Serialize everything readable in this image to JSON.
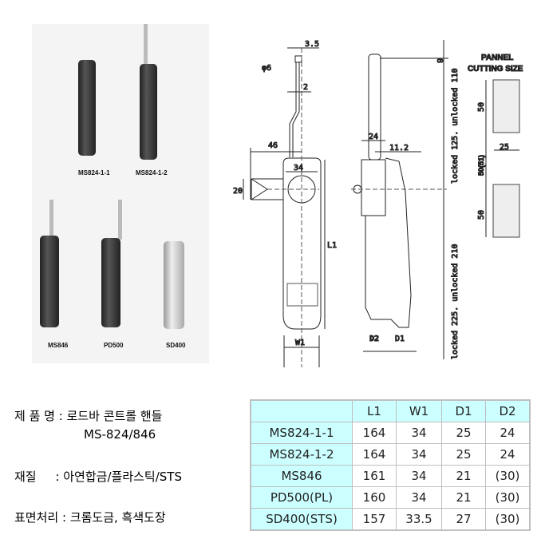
{
  "photos": [
    {
      "label": "MS824-1-1"
    },
    {
      "label": "MS824-1-2"
    },
    {
      "label": "MS846"
    },
    {
      "label": "PD500"
    },
    {
      "label": "SD400"
    }
  ],
  "drawing": {
    "dims": {
      "d35": "3.5",
      "phi6": "φ6",
      "d2": "2",
      "d46": "46",
      "d34": "34",
      "d20": "20",
      "l1": "L1",
      "w1": "W1",
      "d24": "24",
      "d112": "11.2",
      "dd2": "D2",
      "dd1": "D1",
      "d8": "8",
      "upper": "locked 125. unlocked 110",
      "lower": "locked 225. unlocked 210"
    },
    "panel": {
      "title1": "PANNEL",
      "title2": "CUTTING SIZE",
      "h1": "50",
      "gap": "50(51)",
      "w": "25",
      "h2": "50"
    }
  },
  "info": {
    "name_line": "제 품 명 : 로드바 콘트롤 핸들",
    "model_line": "MS-824/846",
    "material_line": "재질     : 아연합금/플라스틱/STS",
    "finish_line": "표면처리 : 크롬도금, 흑색도장"
  },
  "table": {
    "headers": [
      "",
      "L1",
      "W1",
      "D1",
      "D2"
    ],
    "rows": [
      [
        "MS824-1-1",
        "164",
        "34",
        "25",
        "24"
      ],
      [
        "MS824-1-2",
        "164",
        "34",
        "25",
        "24"
      ],
      [
        "MS846",
        "161",
        "34",
        "21",
        "(30)"
      ],
      [
        "PD500(PL)",
        "160",
        "34",
        "21",
        "(30)"
      ],
      [
        "SD400(STS)",
        "157",
        "33.5",
        "27",
        "(30)"
      ]
    ]
  }
}
